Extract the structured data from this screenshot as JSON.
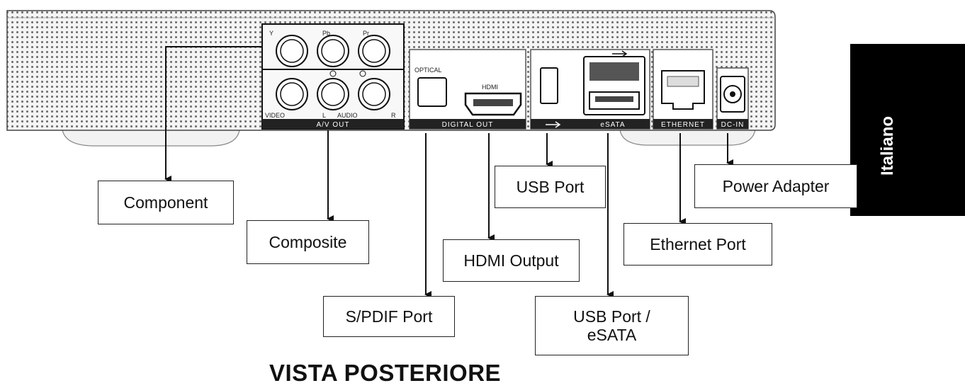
{
  "title": "VISTA POSTERIORE",
  "language_tab": "Italiano",
  "device_labels": {
    "optical": "OPTICAL",
    "hdmi": "HDMI",
    "video": "VIDEO",
    "audio": "AUDIO",
    "y": "Y",
    "pb": "Pb",
    "pr": "Pr",
    "audio_l": "L",
    "audio_r": "R"
  },
  "section_strips": {
    "av_out": "A/V OUT",
    "digital_out": "DIGITAL OUT",
    "esata": "eSATA",
    "ethernet": "ETHERNET",
    "dc_in": "DC-IN"
  },
  "callouts": {
    "component": "Component",
    "composite": "Composite",
    "spdif": "S/PDIF Port",
    "hdmi_output": "HDMI Output",
    "usb_port": "USB Port",
    "usb_esata": "USB Port /\neSATA",
    "ethernet_port": "Ethernet Port",
    "power_adapter": "Power Adapter"
  }
}
